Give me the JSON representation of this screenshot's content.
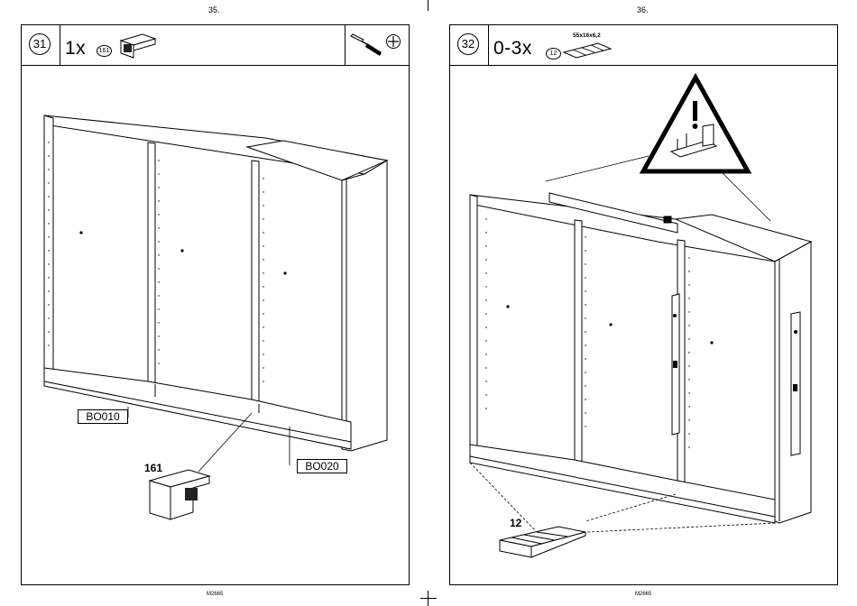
{
  "left_page": {
    "page_number": "35.",
    "step_number": "31",
    "quantity": "1x",
    "part_badge": "161",
    "callouts": {
      "bo010": "BO010",
      "bo020": "BO020"
    },
    "part_label": "161",
    "footer": "M2665"
  },
  "right_page": {
    "page_number": "36.",
    "step_number": "32",
    "quantity": "0-3x",
    "part_badge": "12",
    "dimension": "55x16x6,2",
    "part_label": "12",
    "footer": "M2665"
  }
}
